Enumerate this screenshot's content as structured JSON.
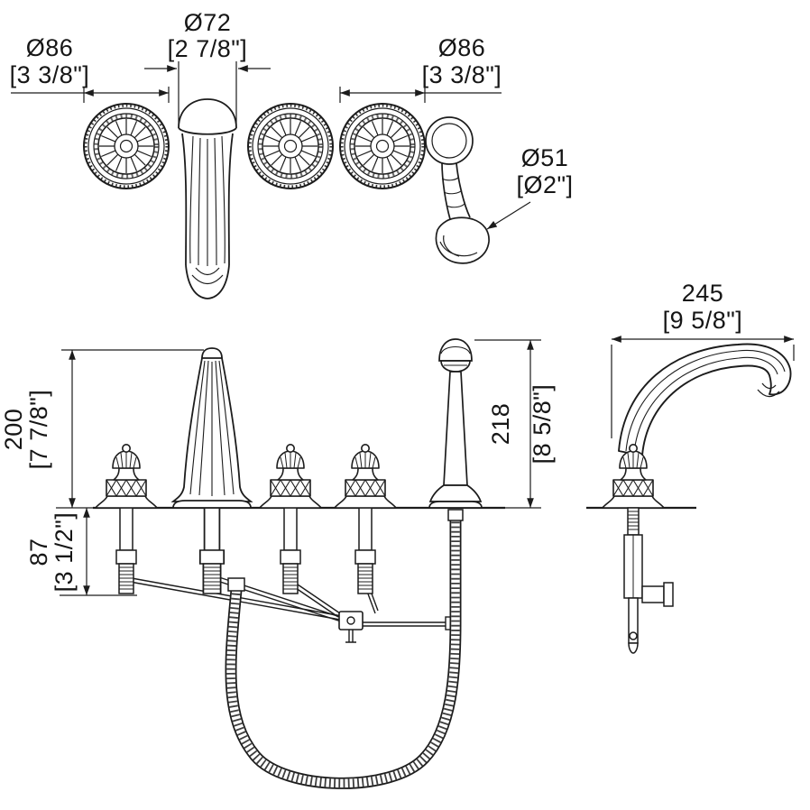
{
  "page": {
    "background": "#ffffff",
    "line_color": "#1c1c1c"
  },
  "dimensions": {
    "spout_width": {
      "mm": "Ø72",
      "inches": "[2 7/8\"]"
    },
    "left_handle": {
      "mm": "Ø86",
      "inches": "[3 3/8\"]"
    },
    "right_handle": {
      "mm": "Ø86",
      "inches": "[3 3/8\"]"
    },
    "handshower_head": {
      "mm": "Ø51",
      "inches": "[Ø2\"]"
    },
    "spout_height": {
      "mm": "200",
      "inches": "[7 7/8\"]"
    },
    "below_deck": {
      "mm": "87",
      "inches": "[3 1/2\"]"
    },
    "handshower_height": {
      "mm": "218",
      "inches": "[8 5/8\"]"
    },
    "spout_reach": {
      "mm": "245",
      "inches": "[9 5/8\"]"
    }
  }
}
